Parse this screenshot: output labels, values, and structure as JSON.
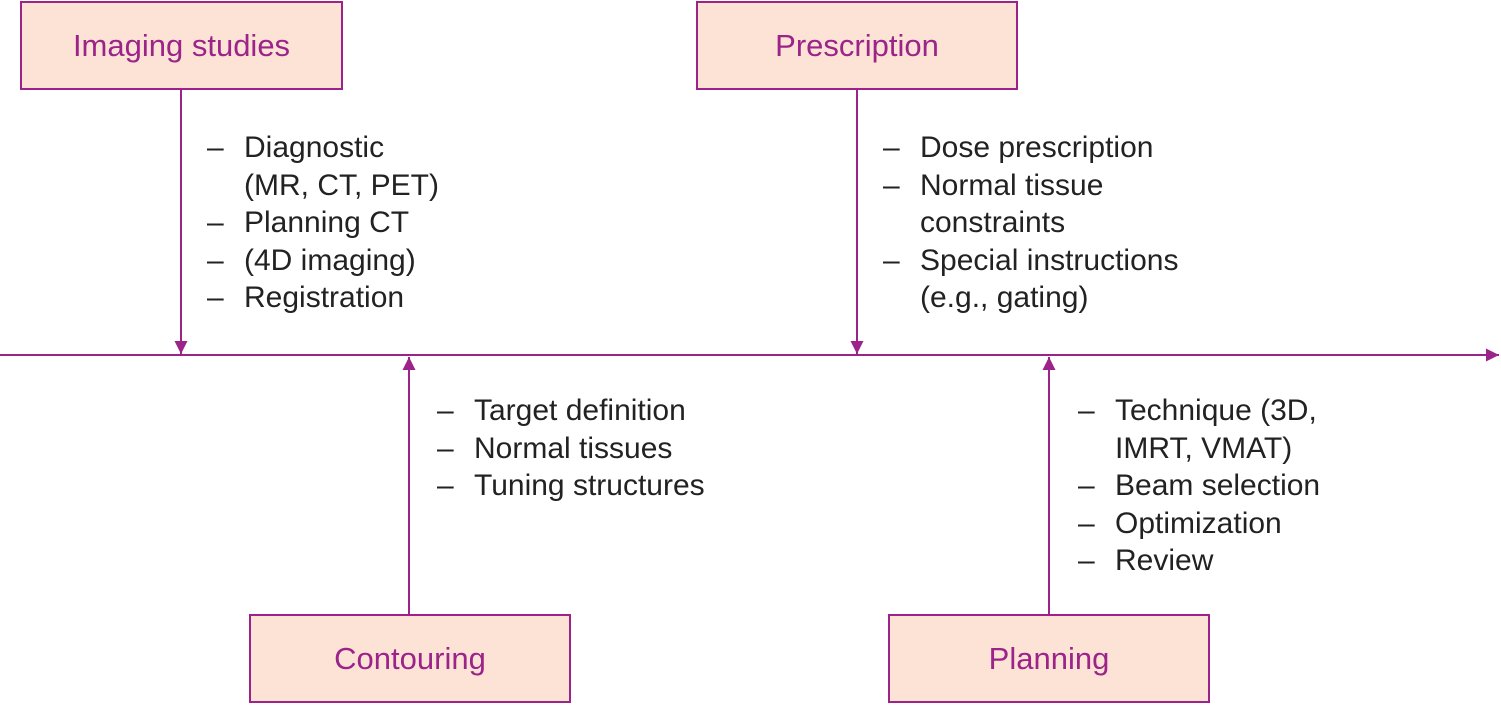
{
  "colors": {
    "line": "#9b2389",
    "box_fill": "#fde3d6",
    "title_text": "#9b2389",
    "body_text": "#222222"
  },
  "stages": {
    "imaging": {
      "title": "Imaging studies",
      "items": [
        {
          "dash": "–",
          "text": "Diagnostic"
        },
        {
          "dash": "",
          "text": "(MR, CT, PET)"
        },
        {
          "dash": "–",
          "text": "Planning CT"
        },
        {
          "dash": "–",
          "text": "(4D imaging)"
        },
        {
          "dash": "–",
          "text": "Registration"
        }
      ]
    },
    "contouring": {
      "title": "Contouring",
      "items": [
        {
          "dash": "–",
          "text": "Target definition"
        },
        {
          "dash": "–",
          "text": "Normal tissues"
        },
        {
          "dash": "–",
          "text": "Tuning structures"
        }
      ]
    },
    "prescription": {
      "title": "Prescription",
      "items": [
        {
          "dash": "–",
          "text": "Dose prescription"
        },
        {
          "dash": "–",
          "text": "Normal tissue"
        },
        {
          "dash": "",
          "text": "constraints"
        },
        {
          "dash": "–",
          "text": "Special instructions"
        },
        {
          "dash": "",
          "text": "(e.g., gating)"
        }
      ]
    },
    "planning": {
      "title": "Planning",
      "items": [
        {
          "dash": "–",
          "text": "Technique (3D,"
        },
        {
          "dash": "",
          "text": "IMRT, VMAT)"
        },
        {
          "dash": "–",
          "text": "Beam selection"
        },
        {
          "dash": "–",
          "text": "Optimization"
        },
        {
          "dash": "–",
          "text": "Review"
        }
      ]
    }
  }
}
